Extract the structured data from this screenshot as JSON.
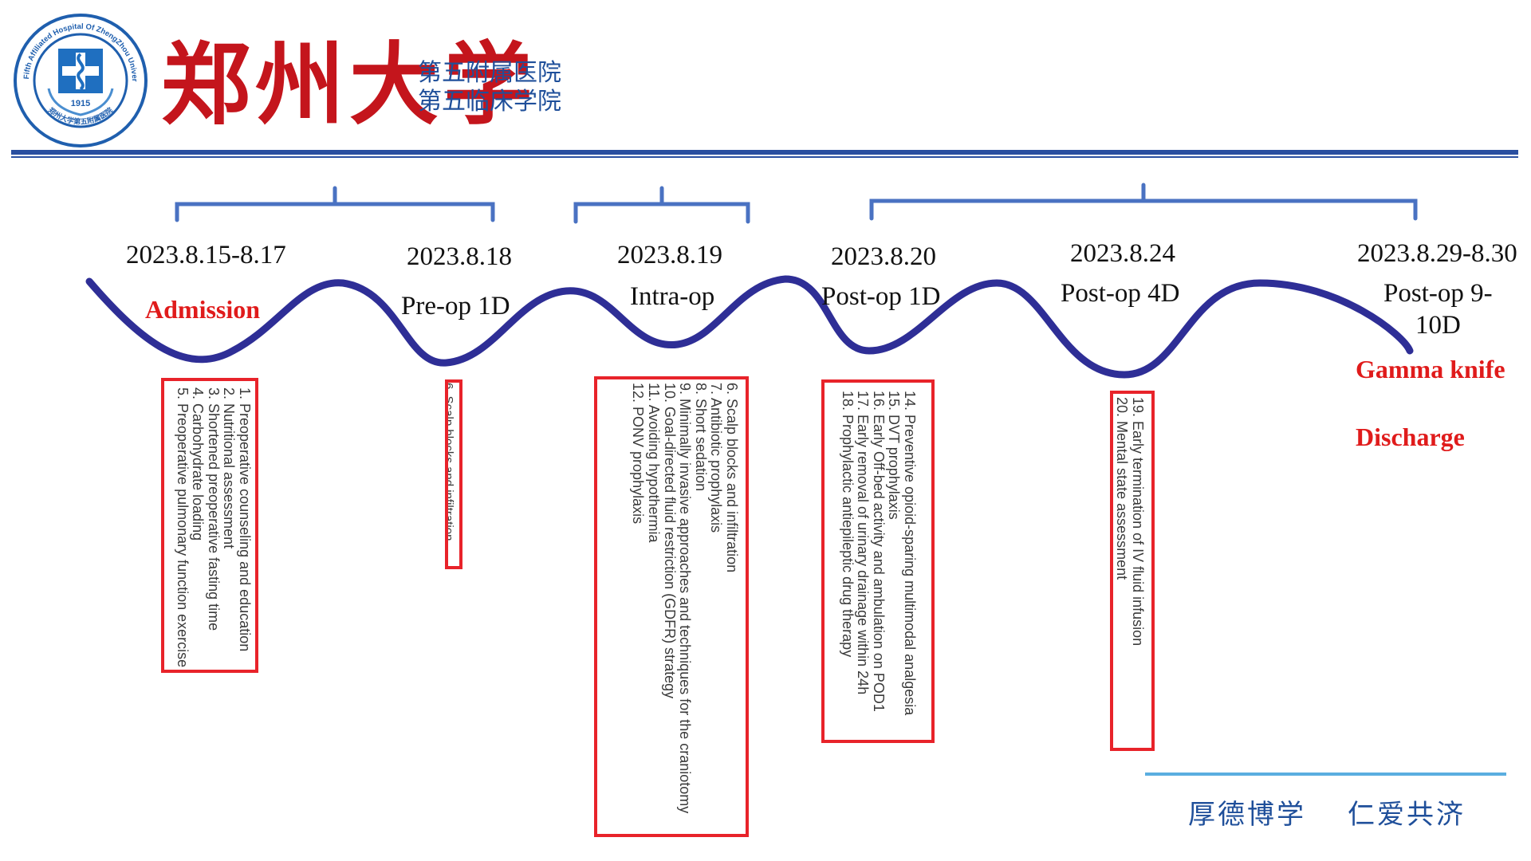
{
  "header": {
    "logo_ring_top": "The Fifth Affiliated Hospital Of ZhengZhou University",
    "logo_ring_bottom": "郑州大学第五附属医院",
    "logo_year": "1915",
    "university_name": "郑州大学",
    "subtitle_line_1": "第五附属医院",
    "subtitle_line_2": "第五临床学院"
  },
  "colors": {
    "brand_blue": "#2a4fa0",
    "wave_blue": "#2e2e96",
    "accent_red": "#e01b1b",
    "footer_rule": "#5aaee0"
  },
  "timeline": {
    "dates": [
      "2023.8.15-8.17",
      "2023.8.18",
      "2023.8.19",
      "2023.8.20",
      "2023.8.24",
      "2023.8.29-8.30"
    ],
    "phases": [
      "Admission",
      "Pre-op 1D",
      "Intra-op",
      "Post-op 1D",
      "Post-op 4D",
      "Post-op 9-",
      "10D"
    ],
    "end_labels": [
      "Gamma knife",
      "Discharge"
    ]
  },
  "item_groups": [
    {
      "items": [
        "1. Preoperative counseling and education",
        "2. Nutritional assessment",
        "3. Shortened preoperative fasting time",
        "4. Carbohydrate loading",
        "5. Preoperative pulmonary function exercise"
      ]
    },
    {
      "items": [
        "6. Scalp blocks and infiltration"
      ]
    },
    {
      "items": [
        "6. Scalp blocks and infiltration",
        "7. Antibiotic prophylaxis",
        "8. Short sedation",
        "9. Minimally invasive approaches and techniques for the craniotomy",
        "10. Goal-directed fluid restriction (GDFR) strategy",
        "11. Avoiding hypothermia",
        "12. PONV prophylaxis"
      ]
    },
    {
      "items": [
        "14. Preventive opioid-sparing multimodal analgesia",
        "15. DVT prophylaxis",
        "16. Early Off-bed activity and ambulation on POD1",
        "17. Early removal of urinary drainage within 24h",
        "18. Prophylactic antiepileptic drug therapy"
      ]
    },
    {
      "items": [
        "19. Early termination of IV fluid infusion",
        "20. Mental state assessment"
      ]
    }
  ],
  "footer": {
    "motto_1": "厚德博学",
    "motto_2": "仁爱共济"
  }
}
